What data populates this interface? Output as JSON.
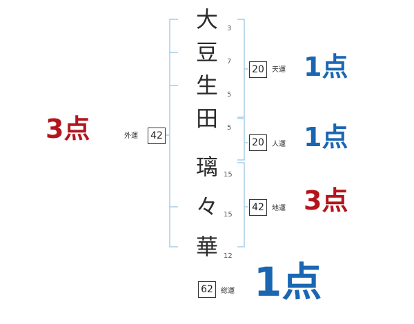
{
  "colors": {
    "bracket": "#a6cde8",
    "good": "#1a66b3",
    "bad": "#b3151c"
  },
  "name": {
    "chars": [
      "大",
      "豆",
      "生",
      "田",
      "璃",
      "々",
      "華"
    ],
    "strokes": [
      "3",
      "7",
      "5",
      "5",
      "15",
      "15",
      "12"
    ]
  },
  "fortunes": {
    "ten": {
      "value": "20",
      "label": "天運",
      "score": "1点"
    },
    "jin": {
      "value": "20",
      "label": "人運",
      "score": "1点"
    },
    "chi": {
      "value": "42",
      "label": "地運",
      "score": "3点"
    },
    "gai": {
      "value": "42",
      "label": "外運",
      "score": "3点"
    },
    "sou": {
      "value": "62",
      "label": "総運",
      "score": "1点"
    }
  }
}
